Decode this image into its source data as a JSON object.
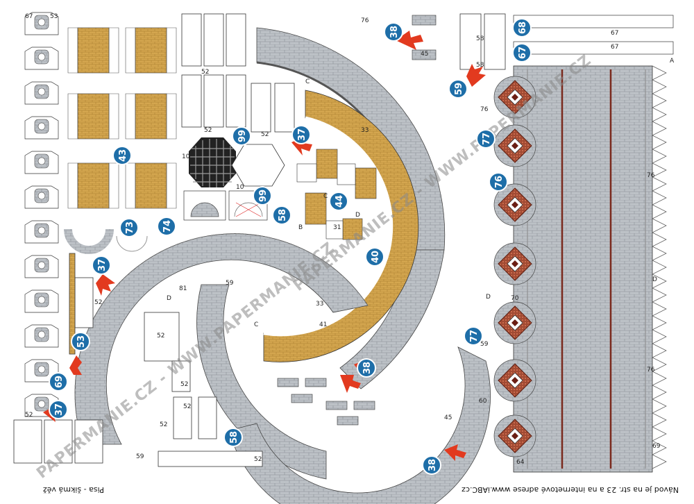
{
  "sheet": {
    "footer_left": "Pisa - šikmá věž",
    "footer_right": "Návod je na str. 23 a na internetové adrese www.iABC.cz",
    "watermark": "PAPERMANIE.CZ - WWW.PAPERMANIE.CZ"
  },
  "badges": [
    {
      "id": "b38a",
      "num": "38"
    },
    {
      "id": "b68",
      "num": "68"
    },
    {
      "id": "b67a",
      "num": "67"
    },
    {
      "id": "b59",
      "num": "59"
    },
    {
      "id": "b99a",
      "num": "99"
    },
    {
      "id": "b37a",
      "num": "37"
    },
    {
      "id": "b43",
      "num": "43"
    },
    {
      "id": "b77a",
      "num": "77"
    },
    {
      "id": "b76",
      "num": "76"
    },
    {
      "id": "b99b",
      "num": "99"
    },
    {
      "id": "b44",
      "num": "44"
    },
    {
      "id": "b73",
      "num": "73"
    },
    {
      "id": "b74",
      "num": "74"
    },
    {
      "id": "b58a",
      "num": "58"
    },
    {
      "id": "b40",
      "num": "40"
    },
    {
      "id": "b37b",
      "num": "37"
    },
    {
      "id": "b53",
      "num": "53"
    },
    {
      "id": "b69",
      "num": "69"
    },
    {
      "id": "b37c",
      "num": "37"
    },
    {
      "id": "b38b",
      "num": "38"
    },
    {
      "id": "b77b",
      "num": "77"
    },
    {
      "id": "b58b",
      "num": "58"
    },
    {
      "id": "b38c",
      "num": "38"
    }
  ],
  "labels": {
    "l67": "67",
    "l53": "53",
    "l52": "52",
    "l76": "76",
    "l70": "70",
    "l59": "59",
    "l58": "58",
    "l45": "45",
    "l10": "10",
    "l33": "33",
    "l31": "31",
    "l41": "41",
    "l81": "81",
    "lA": "A",
    "lB": "B",
    "lC": "C",
    "lD": "D",
    "l69": "69",
    "l60": "60",
    "l64": "64"
  },
  "colors": {
    "badge": "#1e6ea8",
    "badge_edge": "#ffffff",
    "arrow": "#e23a1f",
    "stone": "#b9bec3",
    "stone_dark": "#6f767c",
    "wood": "#d3a24a",
    "brick": "#8b3a2a"
  }
}
